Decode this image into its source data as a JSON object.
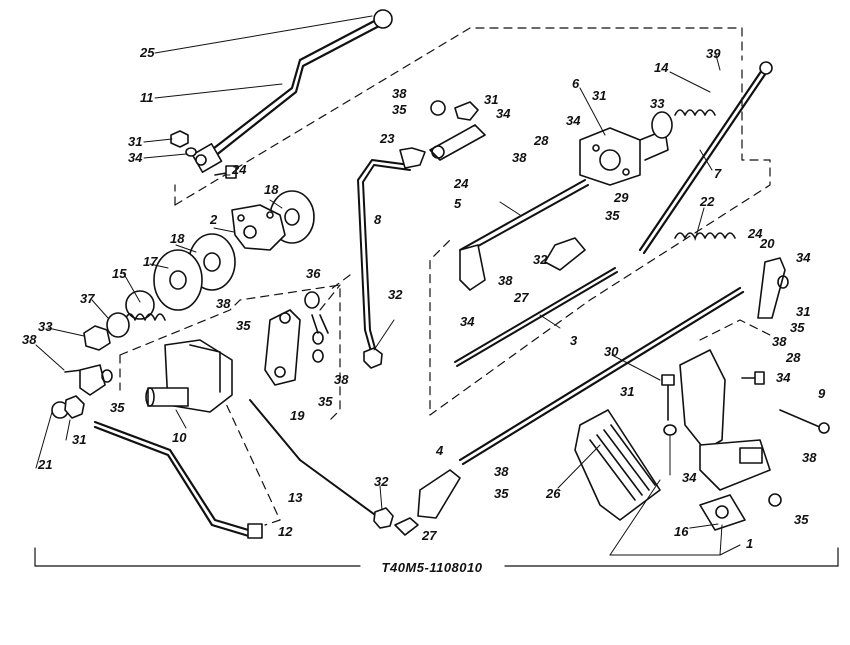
{
  "drawing_code": "T40M5-1108010",
  "labels": [
    "1",
    "2",
    "3",
    "4",
    "5",
    "6",
    "7",
    "8",
    "9",
    "10",
    "11",
    "12",
    "13",
    "14",
    "15",
    "16",
    "17",
    "18",
    "19",
    "20",
    "21",
    "22",
    "23",
    "24",
    "25",
    "26",
    "27",
    "28",
    "29",
    "30",
    "31",
    "32",
    "33",
    "34",
    "35",
    "36",
    "37",
    "38",
    "39"
  ],
  "colors": {
    "ink": "#111111",
    "paper": "#ffffff"
  }
}
